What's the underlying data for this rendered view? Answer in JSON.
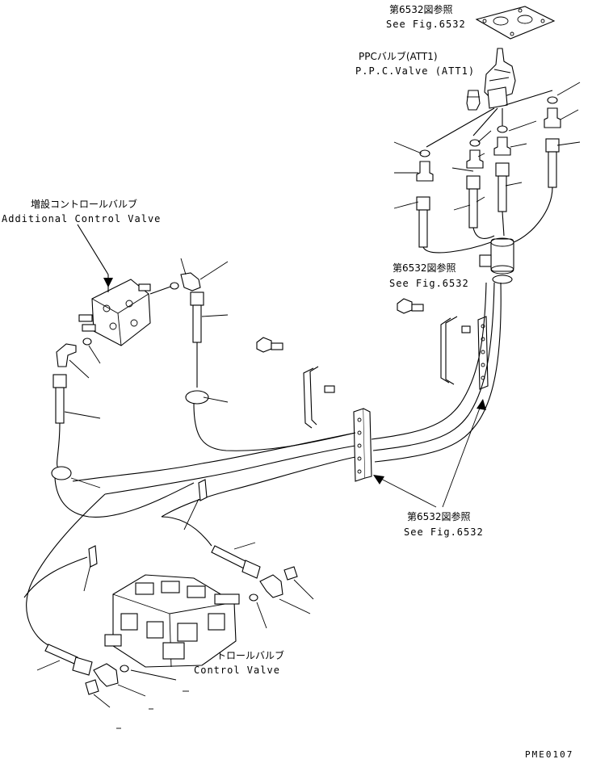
{
  "labels": {
    "ref_top_jp": "第6532図参照",
    "ref_top_en": "See Fig.6532",
    "ppc_jp": "PPCバルブ(ATT1)",
    "ppc_en": "P.P.C.Valve (ATT1)",
    "addl_jp": "増設コントロールバルブ",
    "addl_en": "Additional Control Valve",
    "ref_mid_jp": "第6532図参照",
    "ref_mid_en": "See Fig.6532",
    "ref_low_jp": "第6532図参照",
    "ref_low_en": "See Fig.6532",
    "ctrl_jp": "コントロールバルブ",
    "ctrl_en": "Control Valve",
    "drawing_code": "PME0107"
  },
  "colors": {
    "ink": "#000000",
    "paper": "#ffffff"
  }
}
